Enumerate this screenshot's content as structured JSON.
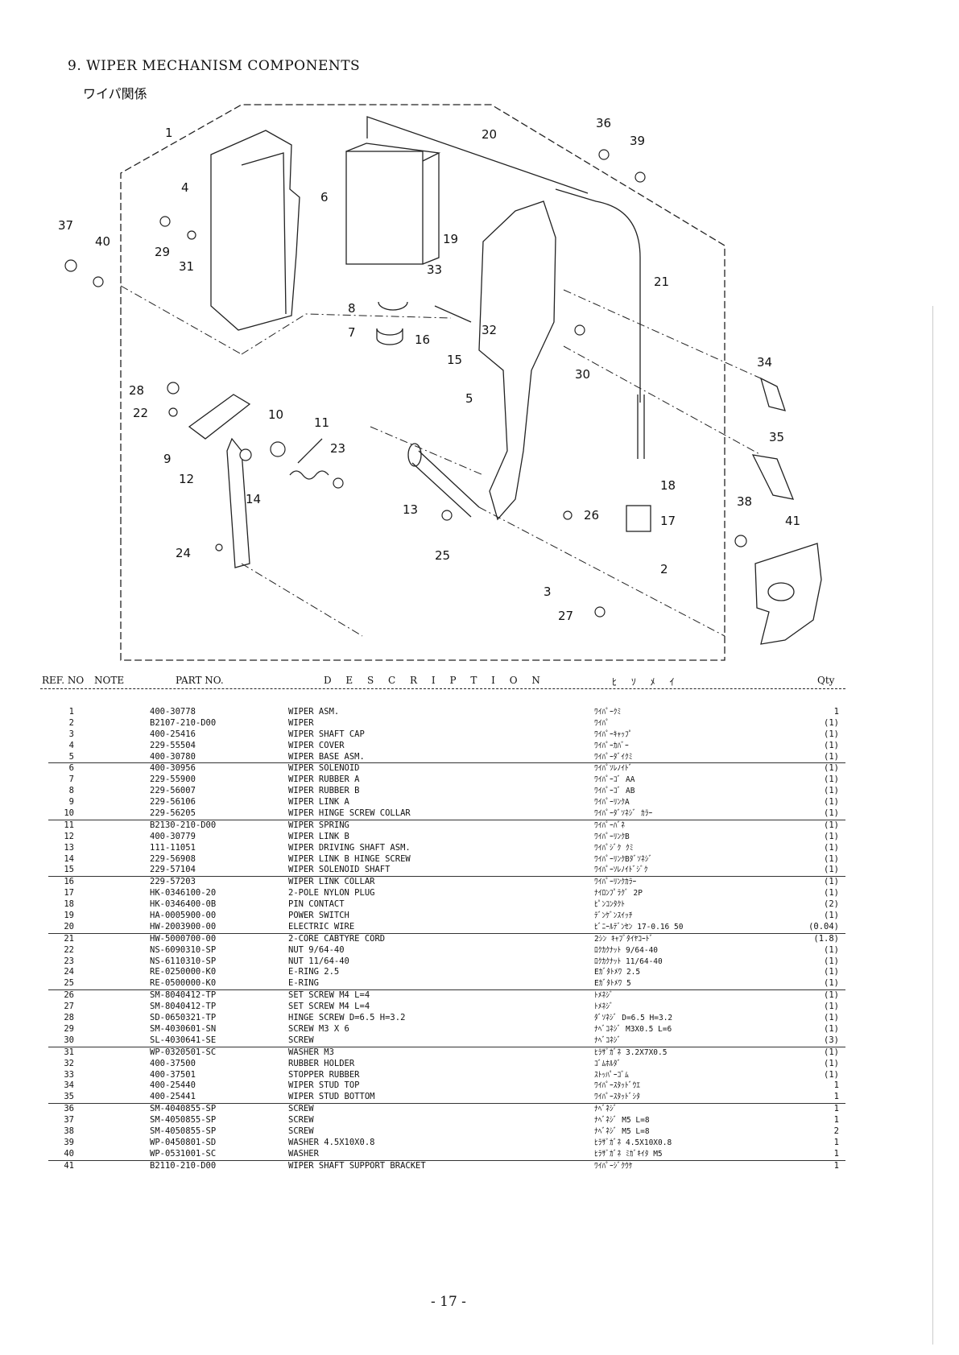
{
  "header": {
    "title": "9. WIPER MECHANISM COMPONENTS",
    "subtitle": "ワイパ関係"
  },
  "diagram": {
    "callouts": [
      "1",
      "2",
      "3",
      "4",
      "5",
      "6",
      "7",
      "8",
      "9",
      "10",
      "11",
      "12",
      "13",
      "14",
      "15",
      "16",
      "17",
      "18",
      "19",
      "20",
      "21",
      "22",
      "23",
      "24",
      "25",
      "26",
      "27",
      "28",
      "29",
      "30",
      "31",
      "32",
      "33",
      "34",
      "35",
      "36",
      "37",
      "38",
      "39",
      "40",
      "41"
    ]
  },
  "table": {
    "headers": {
      "ref_no": "REF. NO",
      "note": "NOTE",
      "part_no": "PART NO.",
      "description": "D E S C R I P T I O N",
      "kana": "ﾋ ｿ ﾒ ｲ",
      "qty": "Qty"
    },
    "rows": [
      {
        "ref": "1",
        "part": "400-30778",
        "desc": "WIPER ASM.",
        "kana": "ﾜｲﾊﾟｰｸﾐ",
        "qty": "1"
      },
      {
        "ref": "2",
        "part": "B2107-210-D00",
        "desc": "WIPER",
        "kana": "ﾜｲﾊﾟ",
        "qty": "(1)"
      },
      {
        "ref": "3",
        "part": "400-25416",
        "desc": "WIPER SHAFT CAP",
        "kana": "ﾜｲﾊﾟｰｷｬｯﾌﾟ",
        "qty": "(1)"
      },
      {
        "ref": "4",
        "part": "229-55504",
        "desc": "WIPER COVER",
        "kana": "ﾜｲﾊﾟｰｶﾊﾞｰ",
        "qty": "(1)"
      },
      {
        "ref": "5",
        "part": "400-30780",
        "desc": "WIPER BASE ASM.",
        "kana": "ﾜｲﾊﾟｰﾀﾞｲｸﾐ",
        "qty": "(1)"
      },
      {
        "ref": "6",
        "part": "400-30956",
        "desc": "WIPER SOLENOID",
        "kana": "ﾜｲﾊﾟｿﾚﾉｲﾄﾞ",
        "qty": "(1)"
      },
      {
        "ref": "7",
        "part": "229-55900",
        "desc": "WIPER RUBBER A",
        "kana": "ﾜｲﾊﾟｰｺﾞ AA",
        "qty": "(1)"
      },
      {
        "ref": "8",
        "part": "229-56007",
        "desc": "WIPER RUBBER B",
        "kana": "ﾜｲﾊﾟｰｺﾞ AB",
        "qty": "(1)"
      },
      {
        "ref": "9",
        "part": "229-56106",
        "desc": "WIPER LINK A",
        "kana": "ﾜｲﾊﾟｰﾘﾝｸA",
        "qty": "(1)"
      },
      {
        "ref": "10",
        "part": "229-56205",
        "desc": "WIPER HINGE SCREW COLLAR",
        "kana": "ﾜｲﾊﾟｰﾀﾞｿﾈｼﾞ ｶﾗｰ",
        "qty": "(1)"
      },
      {
        "ref": "11",
        "part": "B2130-210-D00",
        "desc": "WIPER SPRING",
        "kana": "ﾜｲﾊﾟｰﾊﾞﾈ",
        "qty": "(1)"
      },
      {
        "ref": "12",
        "part": "400-30779",
        "desc": "WIPER LINK B",
        "kana": "ﾜｲﾊﾟｰﾘﾝｸB",
        "qty": "(1)"
      },
      {
        "ref": "13",
        "part": "111-11051",
        "desc": "WIPER DRIVING SHAFT ASM.",
        "kana": "ﾜｲﾊﾟｼﾞｸ ｸﾐ",
        "qty": "(1)"
      },
      {
        "ref": "14",
        "part": "229-56908",
        "desc": "WIPER LINK B HINGE SCREW",
        "kana": "ﾜｲﾊﾟｰﾘﾝｸBﾀﾞｿﾈｼﾞ",
        "qty": "(1)"
      },
      {
        "ref": "15",
        "part": "229-57104",
        "desc": "WIPER SOLENOID SHAFT",
        "kana": "ﾜｲﾊﾟｰｿﾚﾉｲﾄﾞｼﾞｸ",
        "qty": "(1)"
      },
      {
        "ref": "16",
        "part": "229-57203",
        "desc": "WIPER LINK COLLAR",
        "kana": "ﾜｲﾊﾟｰﾘﾝｸｶﾗｰ",
        "qty": "(1)"
      },
      {
        "ref": "17",
        "part": "HK-0346100-20",
        "desc": "2-POLE NYLON PLUG",
        "kana": "ﾅｲﾛﾝﾌﾟﾗｸﾞ 2P",
        "qty": "(1)"
      },
      {
        "ref": "18",
        "part": "HK-0346400-0B",
        "desc": "PIN CONTACT",
        "kana": "ﾋﾟﾝｺﾝﾀｸﾄ",
        "qty": "(2)"
      },
      {
        "ref": "19",
        "part": "HA-0005900-00",
        "desc": "POWER SWITCH",
        "kana": "ﾃﾞﾝｹﾞﾝｽｲｯﾁ",
        "qty": "(1)"
      },
      {
        "ref": "20",
        "part": "HW-2003900-00",
        "desc": "ELECTRIC WIRE",
        "kana": "ﾋﾞﾆｰﾙﾃﾞﾝｾﾝ 17-0.16 50",
        "qty": "(0.04)"
      },
      {
        "ref": "21",
        "part": "HW-5000700-00",
        "desc": "2-CORE CABTYRE CORD",
        "kana": "2ｼﾝ ｷｬﾌﾞﾀｲﾔｺｰﾄﾞ",
        "qty": "(1.8)"
      },
      {
        "ref": "22",
        "part": "NS-6090310-SP",
        "desc": "NUT 9/64-40",
        "kana": "ﾛｸｶｸﾅｯﾄ 9/64-40",
        "qty": "(1)"
      },
      {
        "ref": "23",
        "part": "NS-6110310-SP",
        "desc": "NUT 11/64-40",
        "kana": "ﾛｸｶｸﾅｯﾄ 11/64-40",
        "qty": "(1)"
      },
      {
        "ref": "24",
        "part": "RE-0250000-K0",
        "desc": "E-RING 2.5",
        "kana": "Eｶﾞﾀﾄﾒﾜ 2.5",
        "qty": "(1)"
      },
      {
        "ref": "25",
        "part": "RE-0500000-K0",
        "desc": "E-RING",
        "kana": "Eｶﾞﾀﾄﾒﾜ 5",
        "qty": "(1)"
      },
      {
        "ref": "26",
        "part": "SM-8040412-TP",
        "desc": "SET SCREW M4 L=4",
        "kana": "ﾄﾒﾈｼﾞ",
        "qty": "(1)"
      },
      {
        "ref": "27",
        "part": "SM-8040412-TP",
        "desc": "SET SCREW M4 L=4",
        "kana": "ﾄﾒﾈｼﾞ",
        "qty": "(1)"
      },
      {
        "ref": "28",
        "part": "SD-0650321-TP",
        "desc": "HINGE SCREW D=6.5 H=3.2",
        "kana": "ﾀﾞｿﾈｼﾞ D=6.5 H=3.2",
        "qty": "(1)"
      },
      {
        "ref": "29",
        "part": "SM-4030601-SN",
        "desc": "SCREW M3 X 6",
        "kana": "ﾅﾍﾞｺﾈｼﾞ M3X0.5 L=6",
        "qty": "(1)"
      },
      {
        "ref": "30",
        "part": "SL-4030641-SE",
        "desc": "SCREW",
        "kana": "ﾅﾍﾞｺﾈｼﾞ",
        "qty": "(3)"
      },
      {
        "ref": "31",
        "part": "WP-0320501-SC",
        "desc": "WASHER M3",
        "kana": "ﾋﾗｻﾞｶﾞﾈ 3.2X7X0.5",
        "qty": "(1)"
      },
      {
        "ref": "32",
        "part": "400-37500",
        "desc": "RUBBER HOLDER",
        "kana": "ｺﾞﾑﾎﾙﾀﾞ",
        "qty": "(1)"
      },
      {
        "ref": "33",
        "part": "400-37501",
        "desc": "STOPPER RUBBER",
        "kana": "ｽﾄｯﾊﾟｰｺﾞﾑ",
        "qty": "(1)"
      },
      {
        "ref": "34",
        "part": "400-25440",
        "desc": "WIPER STUD TOP",
        "kana": "ﾜｲﾊﾟｰｽﾀｯﾄﾞｳｴ",
        "qty": "1"
      },
      {
        "ref": "35",
        "part": "400-25441",
        "desc": "WIPER STUD BOTTOM",
        "kana": "ﾜｲﾊﾟｰｽﾀｯﾄﾞｼﾀ",
        "qty": "1"
      },
      {
        "ref": "36",
        "part": "SM-4040855-SP",
        "desc": "SCREW",
        "kana": "ﾅﾍﾞﾈｼﾞ",
        "qty": "1"
      },
      {
        "ref": "37",
        "part": "SM-4050855-SP",
        "desc": "SCREW",
        "kana": "ﾅﾍﾞﾈｼﾞ M5 L=8",
        "qty": "1"
      },
      {
        "ref": "38",
        "part": "SM-4050855-SP",
        "desc": "SCREW",
        "kana": "ﾅﾍﾞﾈｼﾞ M5 L=8",
        "qty": "2"
      },
      {
        "ref": "39",
        "part": "WP-0450801-SD",
        "desc": "WASHER 4.5X10X0.8",
        "kana": "ﾋﾗｻﾞｶﾞﾈ 4.5X10X0.8",
        "qty": "1"
      },
      {
        "ref": "40",
        "part": "WP-0531001-SC",
        "desc": "WASHER",
        "kana": "ﾋﾗｻﾞｶﾞﾈ ﾐｶﾞｷｲﾀ M5",
        "qty": "1"
      },
      {
        "ref": "41",
        "part": "B2110-210-D00",
        "desc": "WIPER SHAFT SUPPORT BRACKET",
        "kana": "ﾜｲﾊﾟｰｼﾞｸｳｹ",
        "qty": "1"
      }
    ]
  },
  "footer": {
    "page_number": "- 17 -"
  }
}
